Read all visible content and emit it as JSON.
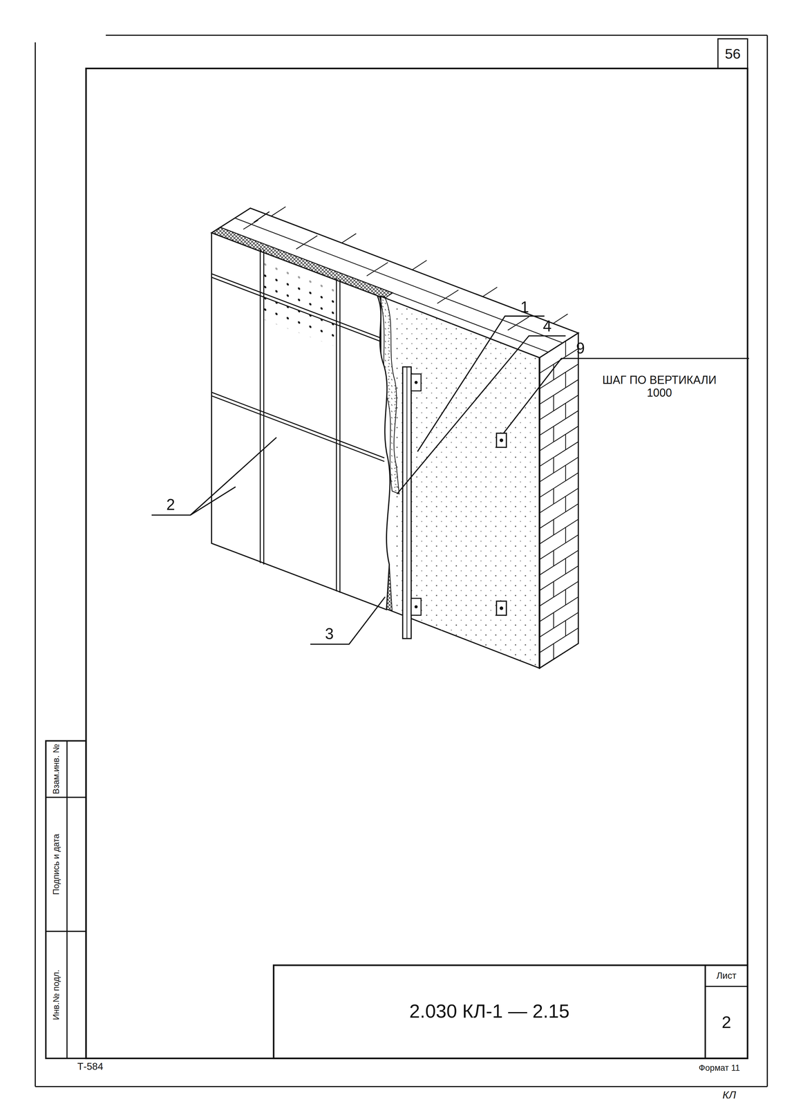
{
  "diagram": {
    "labels": [
      "56",
      "1",
      "4",
      "9",
      "ШАГ ПО ВЕРТИКАЛИ 1000",
      "2",
      "3",
      "Взам.инв. №",
      "Подпись и дата",
      "Инв.№ подл.",
      "2.030 КЛ-1 — 2.15",
      "Лист",
      "2",
      "Т-584",
      "Формат 11",
      "КЛ"
    ]
  }
}
